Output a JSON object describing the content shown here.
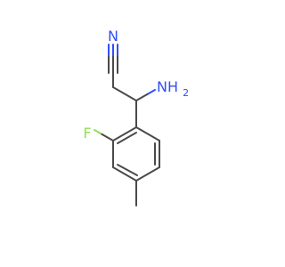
{
  "molecule": {
    "atoms": {
      "nitrile_n": "N",
      "amino": "NH",
      "amino_sub": "2",
      "fluoro": "F"
    },
    "colors": {
      "bond": "#4a4a4a",
      "nitrogen": "#3050f8",
      "fluorine": "#90e050",
      "background": "#ffffff"
    }
  }
}
